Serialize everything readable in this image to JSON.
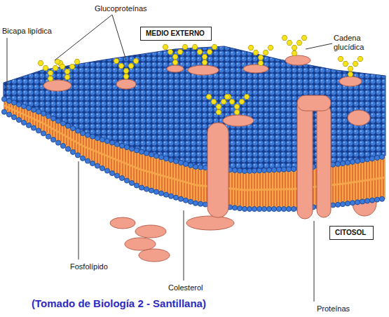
{
  "diagram": {
    "caption": "(Tomado de Biología 2 - Santillana)",
    "nodes": [
      {
        "text": [
          "MEDIO EXTERNO"
        ]
      },
      {
        "text": [
          "CITOSOL"
        ]
      }
    ],
    "labels": [
      "Glucoproteínas",
      "Bicapa lipídica",
      "Cadena glucídica",
      "Fosfolípido",
      "Colesterol",
      "Proteínas"
    ]
  }
}
